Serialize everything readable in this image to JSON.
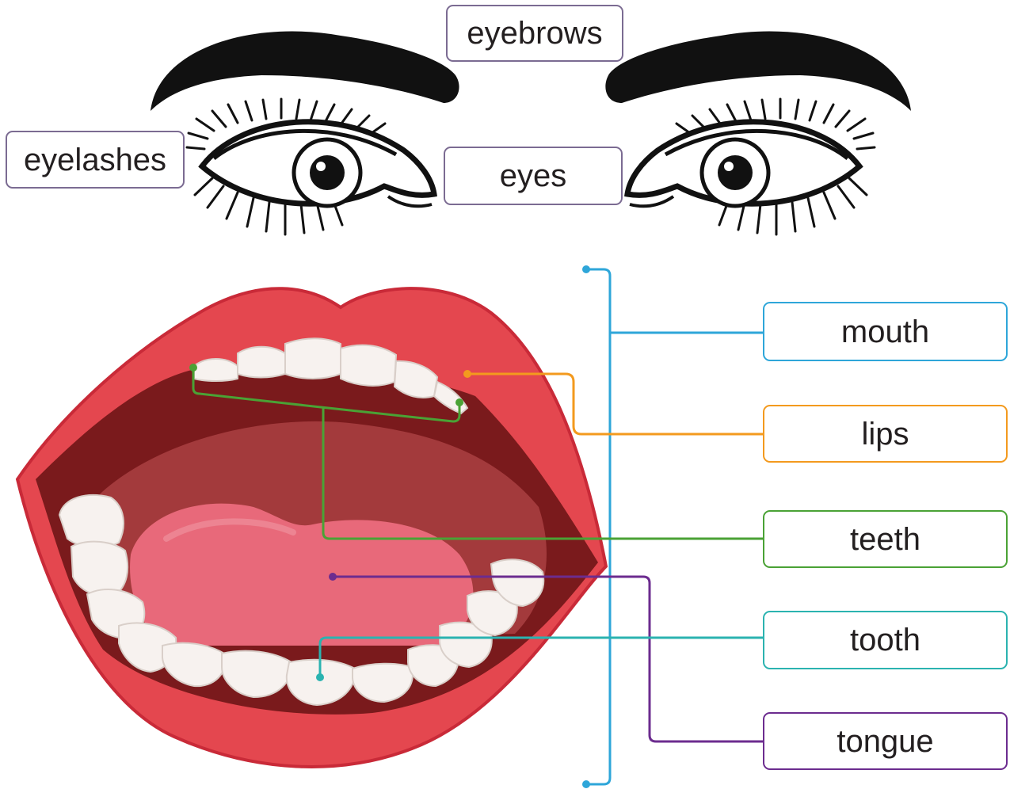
{
  "labels": {
    "eyebrows": "eyebrows",
    "eyelashes": "eyelashes",
    "eyes": "eyes",
    "mouth": "mouth",
    "lips": "lips",
    "teeth": "teeth",
    "tooth": "tooth",
    "tongue": "tongue"
  },
  "colors": {
    "face_label_border": "#7b6b92",
    "mouth": "#2ea6d9",
    "lips": "#f39a1e",
    "teeth": "#4aa235",
    "tooth": "#2bb3b0",
    "tongue": "#6c2c8f",
    "lip_red": "#e4474f",
    "lip_dark": "#c92a38",
    "mouth_interior": "#a33a3c",
    "tongue_pink": "#e8697a",
    "tooth_white": "#f7f2ef",
    "ink": "#111111"
  }
}
